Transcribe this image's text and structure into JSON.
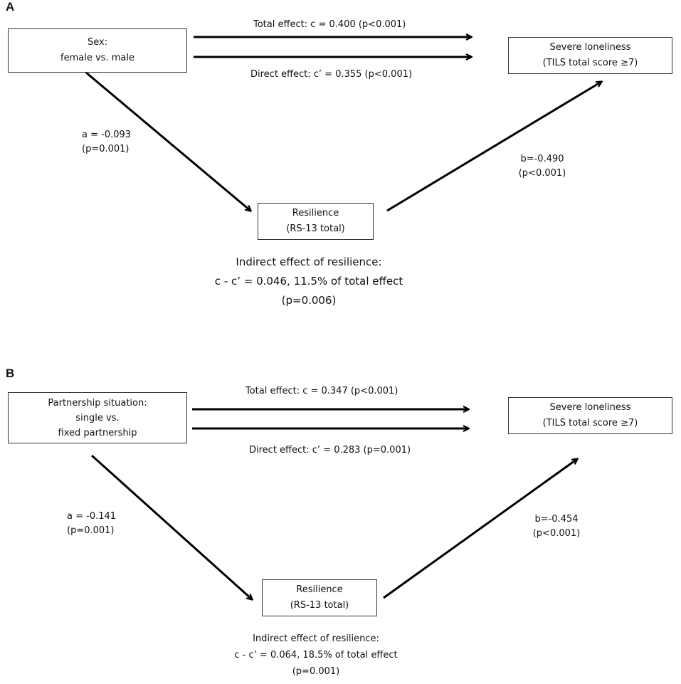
{
  "panel_a": {
    "letter": "A",
    "predictor": {
      "line1": "Sex:",
      "line2": "female vs. male"
    },
    "outcome": {
      "line1": "Severe loneliness",
      "line2": "(TILS total score ≥7)"
    },
    "mediator": {
      "line1": "Resilience",
      "line2": "(RS-13 total)"
    },
    "total_effect": "Total effect:  c = 0.400 (p<0.001)",
    "direct_effect": "Direct effect: c’ = 0.355 (p<0.001)",
    "path_a": {
      "coef": "a = -0.093",
      "p": "(p=0.001)"
    },
    "path_b": {
      "coef": "b=-0.490",
      "p": "(p<0.001)"
    },
    "indirect": {
      "line1": "Indirect effect of resilience:",
      "line2": "c - c’ = 0.046, 11.5% of total effect",
      "line3": "(p=0.006)"
    }
  },
  "panel_b": {
    "letter": "B",
    "predictor": {
      "line1": "Partnership situation:",
      "line2": "single vs.",
      "line3": "fixed partnership"
    },
    "outcome": {
      "line1": "Severe loneliness",
      "line2": "(TILS total score ≥7)"
    },
    "mediator": {
      "line1": "Resilience",
      "line2": "(RS-13 total)"
    },
    "total_effect": "Total effect:  c = 0.347 (p<0.001)",
    "direct_effect": "Direct effect: c’ = 0.283 (p=0.001)",
    "path_a": {
      "coef": "a = -0.141",
      "p": "(p=0.001)"
    },
    "path_b": {
      "coef": "b=-0.454",
      "p": "(p<0.001)"
    },
    "indirect": {
      "line1": "Indirect effect of resilience:",
      "line2": "c - c’ = 0.064, 18.5% of total effect",
      "line3": "(p=0.001)"
    }
  }
}
